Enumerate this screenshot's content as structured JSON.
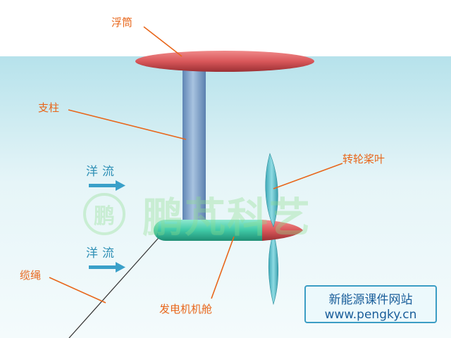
{
  "labels": {
    "float": "浮筒",
    "column": "支柱",
    "blade": "转轮桨叶",
    "cable": "缆绳",
    "nacelle": "发电机机舱"
  },
  "flow": {
    "top": "洋流",
    "bottom": "洋流"
  },
  "watermark": {
    "seal": "鹏",
    "text": "鹏芃科艺"
  },
  "credit": {
    "line1": "新能源课件网站",
    "line2": "www.pengky.cn"
  },
  "colors": {
    "label": "#e8661a",
    "float": "#d9575a",
    "column": "#7a9ec9",
    "nacelle": "#3fc9a6",
    "nose": "#d9575a",
    "blade": "#5fc3cf",
    "arrow": "#3aa0c9",
    "water_top": "#bfe6ee"
  }
}
